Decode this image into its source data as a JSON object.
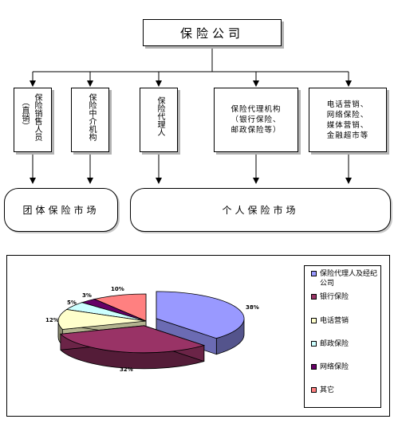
{
  "top": {
    "title": "保险公司"
  },
  "channels": [
    {
      "text": "保险销售人员",
      "sub": "（直销）"
    },
    {
      "text": "保险中介机构"
    },
    {
      "text": "保险代理人"
    },
    {
      "text": "保险代理机构",
      "sub": "（银行保险、",
      "sub2": "邮政保险等）"
    },
    {
      "line1": "电话营销、",
      "line2": "网络保险、",
      "line3": "媒体营销、",
      "line4": "金融超市等"
    }
  ],
  "markets": {
    "group": "团体保险市场",
    "personal": "个人保险市场"
  },
  "chart_data": {
    "type": "pie",
    "style": "3d-exploded",
    "series": [
      {
        "name": "保险代理人及经纪公司",
        "value": 38,
        "label": "38%",
        "color": "#9999ff"
      },
      {
        "name": "银行保险",
        "value": 32,
        "label": "32%",
        "color": "#993366"
      },
      {
        "name": "电话营销",
        "value": 12,
        "label": "12%",
        "color": "#ffffcc"
      },
      {
        "name": "邮政保险",
        "value": 5,
        "label": "5%",
        "color": "#ccffff"
      },
      {
        "name": "网络保险",
        "value": 3,
        "label": "3%",
        "color": "#660066"
      },
      {
        "name": "其它",
        "value": 10,
        "label": "10%",
        "color": "#ff8080"
      }
    ],
    "legend_position": "right"
  }
}
